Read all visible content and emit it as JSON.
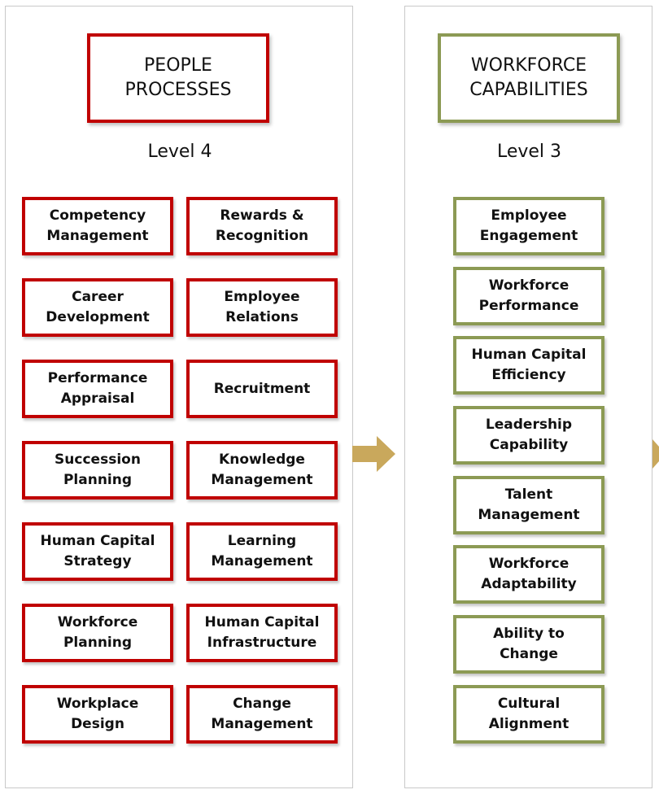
{
  "left_panel": {
    "title": "PEOPLE\nPROCESSES",
    "level": "Level 4",
    "items": [
      "Competency\nManagement",
      "Rewards &\nRecognition",
      "Career\nDevelopment",
      "Employee\nRelations",
      "Performance\nAppraisal",
      "Recruitment",
      "Succession\nPlanning",
      "Knowledge\nManagement",
      "Human Capital\nStrategy",
      "Learning\nManagement",
      "Workforce\nPlanning",
      "Human Capital\nInfrastructure",
      "Workplace\nDesign",
      "Change\nManagement"
    ]
  },
  "right_panel": {
    "title": "WORKFORCE\nCAPABILITIES",
    "level": "Level 3",
    "items": [
      "Employee\nEngagement",
      "Workforce\nPerformance",
      "Human Capital\nEfficiency",
      "Leadership\nCapability",
      "Talent\nManagement",
      "Workforce\nAdaptability",
      "Ability to\nChange",
      "Cultural\nAlignment"
    ]
  },
  "colors": {
    "process_border": "#c00000",
    "capability_border": "#8c9a54",
    "arrow": "#c9a85c"
  }
}
